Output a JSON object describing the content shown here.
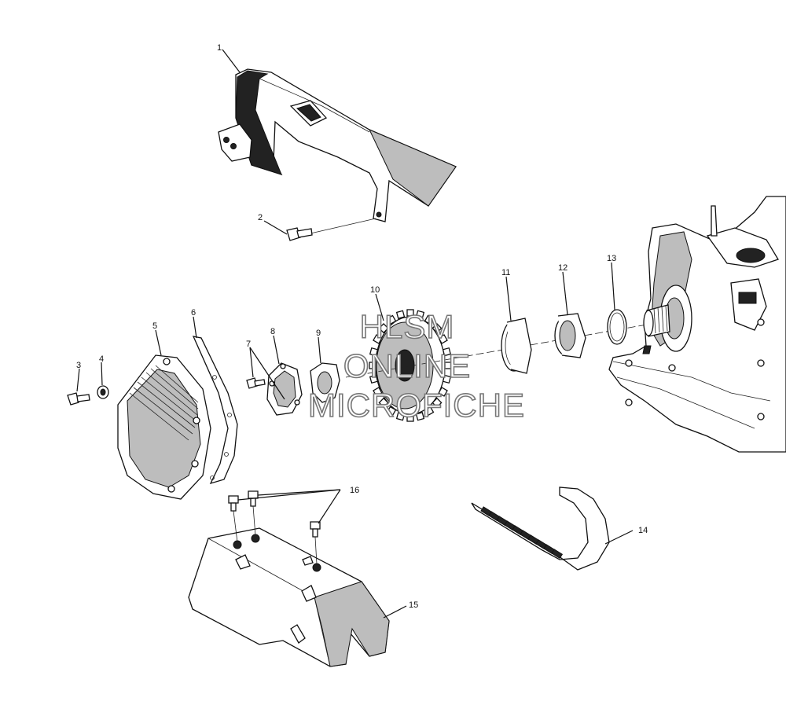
{
  "callouts": [
    {
      "id": "1",
      "label": "1"
    },
    {
      "id": "2",
      "label": "2"
    },
    {
      "id": "3",
      "label": "3"
    },
    {
      "id": "4",
      "label": "4"
    },
    {
      "id": "5",
      "label": "5"
    },
    {
      "id": "6",
      "label": "6"
    },
    {
      "id": "7",
      "label": "7"
    },
    {
      "id": "8",
      "label": "8"
    },
    {
      "id": "9",
      "label": "9"
    },
    {
      "id": "10",
      "label": "10"
    },
    {
      "id": "11",
      "label": "11"
    },
    {
      "id": "12",
      "label": "12"
    },
    {
      "id": "13",
      "label": "13"
    },
    {
      "id": "14",
      "label": "14"
    },
    {
      "id": "15",
      "label": "15"
    },
    {
      "id": "16",
      "label": "16"
    }
  ],
  "watermark": {
    "line1": "HLSM",
    "line2": "ONLINE",
    "line3": "MICROFICHE"
  }
}
